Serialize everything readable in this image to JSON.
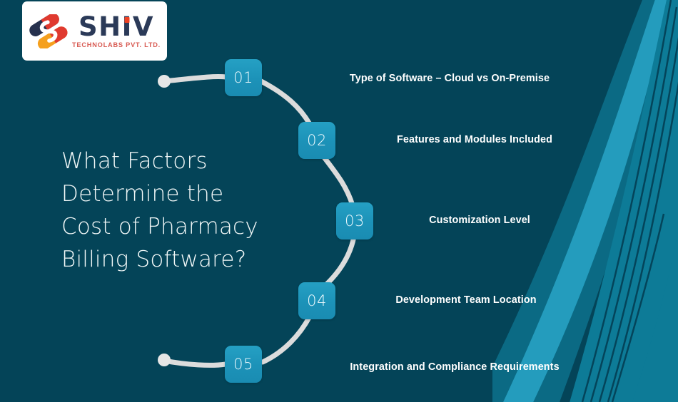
{
  "background_color": "#044458",
  "accent_color": "#1c92b8",
  "logo": {
    "name": "SHIV",
    "name_part_1": "SH",
    "name_part_i": "I",
    "name_part_2": "V",
    "tagline": "TECHNOLABS PVT. LTD.",
    "mark_color_navy": "#26314d",
    "mark_color_red": "#e03a2f",
    "mark_color_orange": "#f5a01e",
    "text_color": "#2b3a58",
    "tagline_color": "#d85a52"
  },
  "headline": {
    "line1": "What Factors",
    "line2": "Determine the",
    "line3": "Cost of Pharmacy",
    "line4": "Billing Software?"
  },
  "steps": [
    {
      "number": "01",
      "label": "Type of Software – Cloud vs On-Premise"
    },
    {
      "number": "02",
      "label": "Features and Modules Included"
    },
    {
      "number": "03",
      "label": "Customization Level"
    },
    {
      "number": "04",
      "label": "Development Team Location"
    },
    {
      "number": "05",
      "label": "Integration and Compliance Requirements"
    }
  ]
}
